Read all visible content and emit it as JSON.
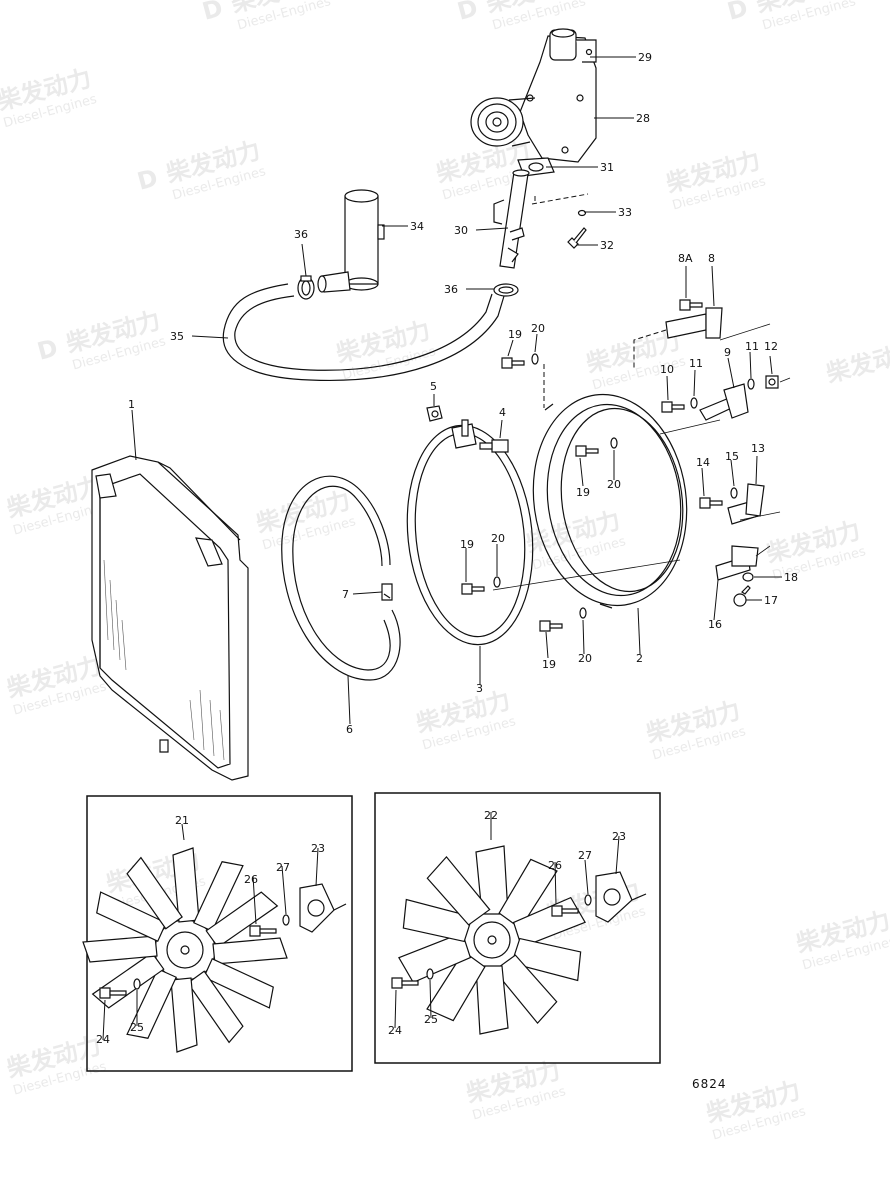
{
  "figure_number": "6824",
  "watermark": {
    "logo": "D",
    "text_cn": "柴发动力",
    "text_en": "Diesel-Engines"
  },
  "callouts": [
    {
      "id": "29",
      "text": "29"
    },
    {
      "id": "28",
      "text": "28"
    },
    {
      "id": "31",
      "text": "31"
    },
    {
      "id": "33",
      "text": "33"
    },
    {
      "id": "32",
      "text": "32"
    },
    {
      "id": "30",
      "text": "30"
    },
    {
      "id": "34",
      "text": "34"
    },
    {
      "id": "36a",
      "text": "36"
    },
    {
      "id": "36b",
      "text": "36"
    },
    {
      "id": "35",
      "text": "35"
    },
    {
      "id": "8A",
      "text": "8A"
    },
    {
      "id": "8",
      "text": "8"
    },
    {
      "id": "19a",
      "text": "19"
    },
    {
      "id": "20a",
      "text": "20"
    },
    {
      "id": "5",
      "text": "5"
    },
    {
      "id": "4",
      "text": "4"
    },
    {
      "id": "10",
      "text": "10"
    },
    {
      "id": "11a",
      "text": "11"
    },
    {
      "id": "9",
      "text": "9"
    },
    {
      "id": "11b",
      "text": "11"
    },
    {
      "id": "12",
      "text": "12"
    },
    {
      "id": "1",
      "text": "1"
    },
    {
      "id": "19b",
      "text": "19"
    },
    {
      "id": "20b",
      "text": "20"
    },
    {
      "id": "14",
      "text": "14"
    },
    {
      "id": "15",
      "text": "15"
    },
    {
      "id": "13",
      "text": "13"
    },
    {
      "id": "19c",
      "text": "19"
    },
    {
      "id": "20c",
      "text": "20"
    },
    {
      "id": "7",
      "text": "7"
    },
    {
      "id": "18",
      "text": "18"
    },
    {
      "id": "17",
      "text": "17"
    },
    {
      "id": "16",
      "text": "16"
    },
    {
      "id": "19d",
      "text": "19"
    },
    {
      "id": "20d",
      "text": "20"
    },
    {
      "id": "2",
      "text": "2"
    },
    {
      "id": "3",
      "text": "3"
    },
    {
      "id": "6",
      "text": "6"
    },
    {
      "id": "21",
      "text": "21"
    },
    {
      "id": "26a",
      "text": "26"
    },
    {
      "id": "27a",
      "text": "27"
    },
    {
      "id": "23a",
      "text": "23"
    },
    {
      "id": "24a",
      "text": "24"
    },
    {
      "id": "25a",
      "text": "25"
    },
    {
      "id": "22",
      "text": "22"
    },
    {
      "id": "26b",
      "text": "26"
    },
    {
      "id": "27b",
      "text": "27"
    },
    {
      "id": "23b",
      "text": "23"
    },
    {
      "id": "24b",
      "text": "24"
    },
    {
      "id": "25b",
      "text": "25"
    }
  ]
}
